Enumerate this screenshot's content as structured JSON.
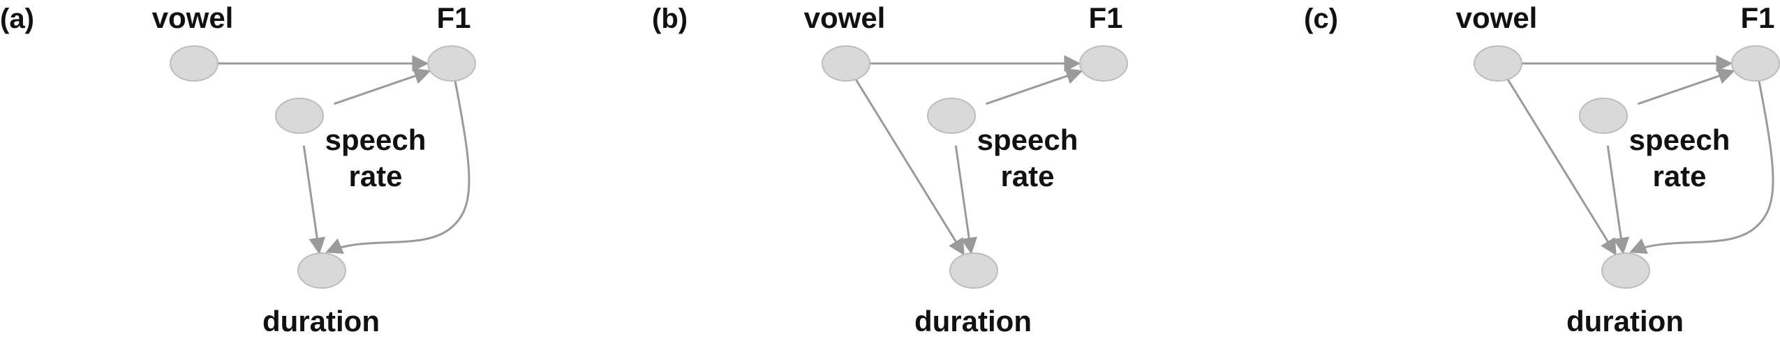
{
  "figure": {
    "edge_color": "#9a9a9a",
    "node_color": "#d9d9d9",
    "panels": [
      {
        "label": "(a)",
        "nodes": {
          "vowel": "vowel",
          "f1": "F1",
          "speech_rate": [
            "speech",
            "rate"
          ],
          "duration": "duration"
        },
        "edges": [
          {
            "from": "vowel",
            "to": "f1"
          },
          {
            "from": "speech_rate",
            "to": "f1"
          },
          {
            "from": "speech_rate",
            "to": "duration"
          },
          {
            "from": "f1",
            "to": "duration"
          }
        ]
      },
      {
        "label": "(b)",
        "nodes": {
          "vowel": "vowel",
          "f1": "F1",
          "speech_rate": [
            "speech",
            "rate"
          ],
          "duration": "duration"
        },
        "edges": [
          {
            "from": "vowel",
            "to": "f1"
          },
          {
            "from": "speech_rate",
            "to": "f1"
          },
          {
            "from": "speech_rate",
            "to": "duration"
          },
          {
            "from": "vowel",
            "to": "duration"
          }
        ]
      },
      {
        "label": "(c)",
        "nodes": {
          "vowel": "vowel",
          "f1": "F1",
          "speech_rate": [
            "speech",
            "rate"
          ],
          "duration": "duration"
        },
        "edges": [
          {
            "from": "vowel",
            "to": "f1"
          },
          {
            "from": "speech_rate",
            "to": "f1"
          },
          {
            "from": "speech_rate",
            "to": "duration"
          },
          {
            "from": "vowel",
            "to": "duration"
          },
          {
            "from": "f1",
            "to": "duration"
          }
        ]
      }
    ]
  }
}
